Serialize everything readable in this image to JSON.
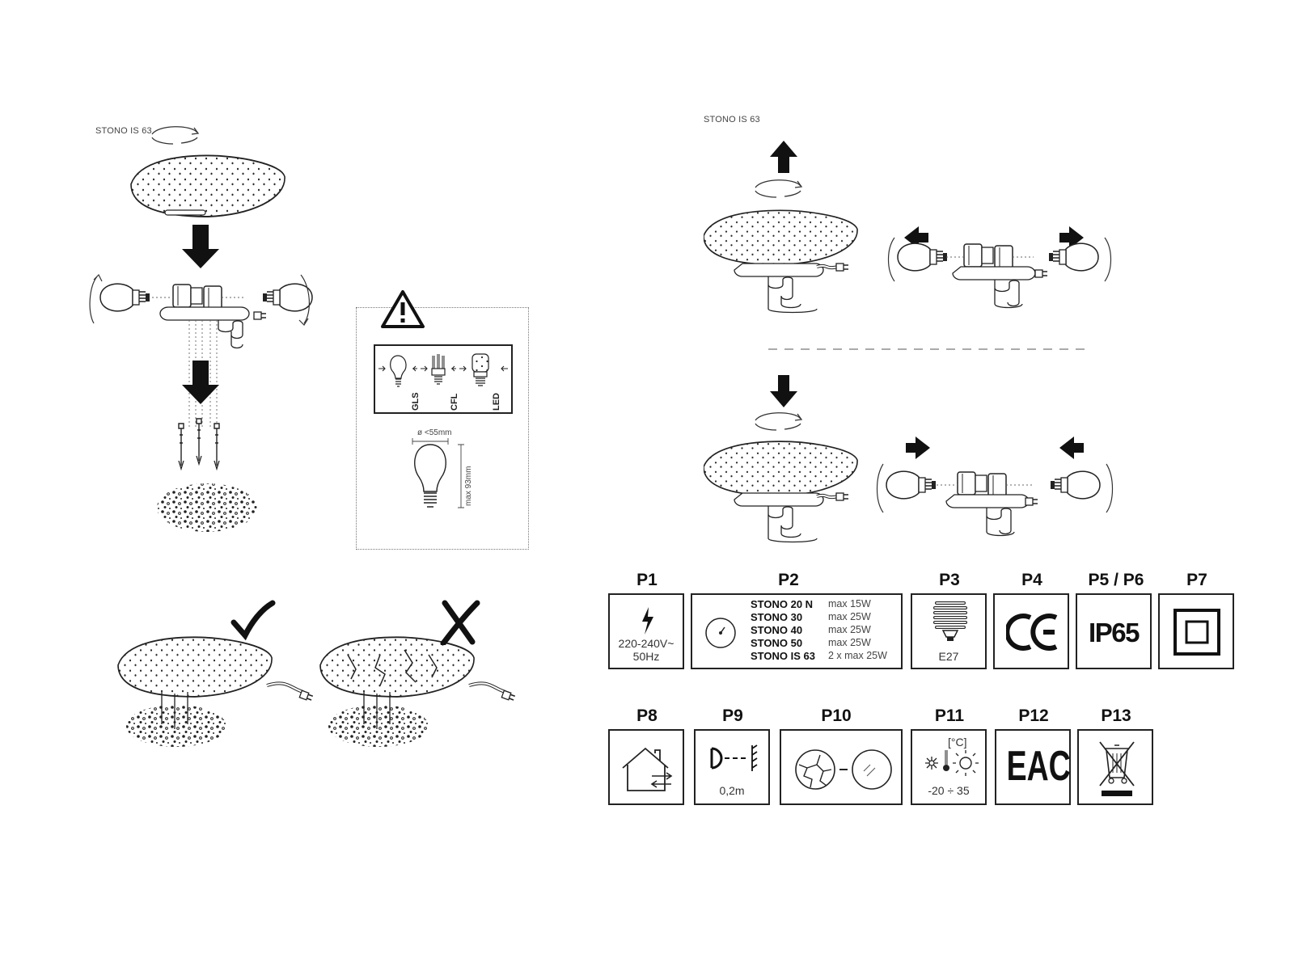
{
  "left_diagram": {
    "model_label": "STONO IS 63",
    "lamp_types": [
      "GLS",
      "CFL",
      "LED"
    ],
    "bulb_diameter": "ø <55mm",
    "bulb_height": "max 93mm"
  },
  "right_diagram": {
    "model_label": "STONO IS 63"
  },
  "icon_names": {
    "check": "check-mark-icon",
    "cross": "cross-mark-icon",
    "warning": "warning-triangle-icon"
  },
  "panels": {
    "p1": {
      "title": "P1",
      "line1": "220-240V~",
      "line2": "50Hz"
    },
    "p2": {
      "title": "P2",
      "rows": [
        {
          "model": "STONO 20 N",
          "power": "max 15W"
        },
        {
          "model": "STONO 30",
          "power": "max 25W"
        },
        {
          "model": "STONO 40",
          "power": "max 25W"
        },
        {
          "model": "STONO 50",
          "power": "max 25W"
        },
        {
          "model": "STONO IS 63",
          "power": "2 x max 25W"
        }
      ]
    },
    "p3": {
      "title": "P3",
      "caption": "E27"
    },
    "p4": {
      "title": "P4"
    },
    "p5p6": {
      "title": "P5 / P6",
      "rating": "IP65"
    },
    "p7": {
      "title": "P7"
    },
    "p8": {
      "title": "P8"
    },
    "p9": {
      "title": "P9",
      "caption": "0,2m"
    },
    "p10": {
      "title": "P10"
    },
    "p11": {
      "title": "P11",
      "unit": "[°C]",
      "range": "-20 ÷ 35"
    },
    "p12": {
      "title": "P12",
      "mark": "EAC"
    },
    "p13": {
      "title": "P13"
    }
  }
}
